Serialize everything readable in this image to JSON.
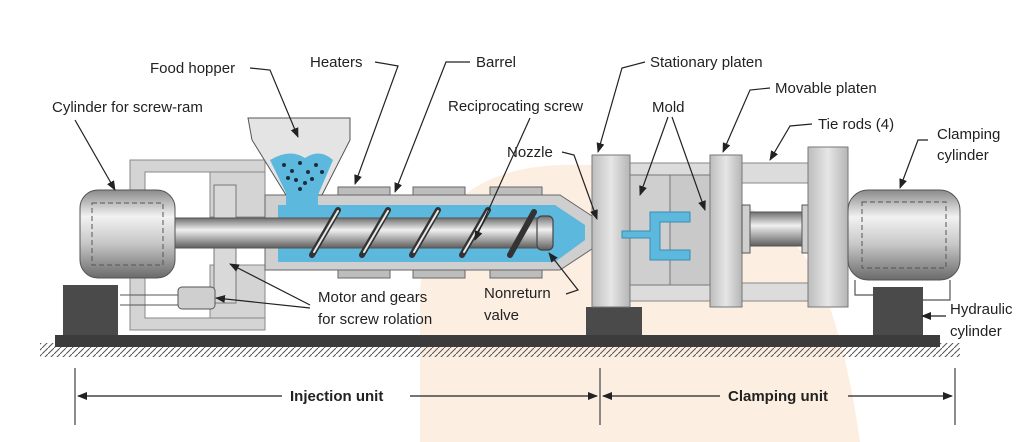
{
  "labels": {
    "food_hopper": "Food hopper",
    "heaters": "Heaters",
    "barrel": "Barrel",
    "cylinder_screw_ram": "Cylinder for screw-ram",
    "reciprocating_screw": "Reciprocating screw",
    "stationary_platen": "Stationary platen",
    "movable_platen": "Movable platen",
    "mold": "Mold",
    "tie_rods": "Tie rods (4)",
    "clamping_cylinder_1": "Clamping",
    "clamping_cylinder_2": "cylinder",
    "nozzle": "Nozzle",
    "motor_gears_1": "Motor and gears",
    "motor_gears_2": "for screw rolation",
    "nonreturn_1": "Nonreturn",
    "nonreturn_2": "valve",
    "hydraulic_1": "Hydraulic",
    "hydraulic_2": "cylinder"
  },
  "dimensions": {
    "injection_unit": "Injection unit",
    "clamping_unit": "Clamping unit"
  },
  "colors": {
    "polymer_blue": "#5cb8dc",
    "machine_gray": "#d4d4d4",
    "dark_gray": "#3c3c3c",
    "background_accent": "#fdeee2"
  }
}
